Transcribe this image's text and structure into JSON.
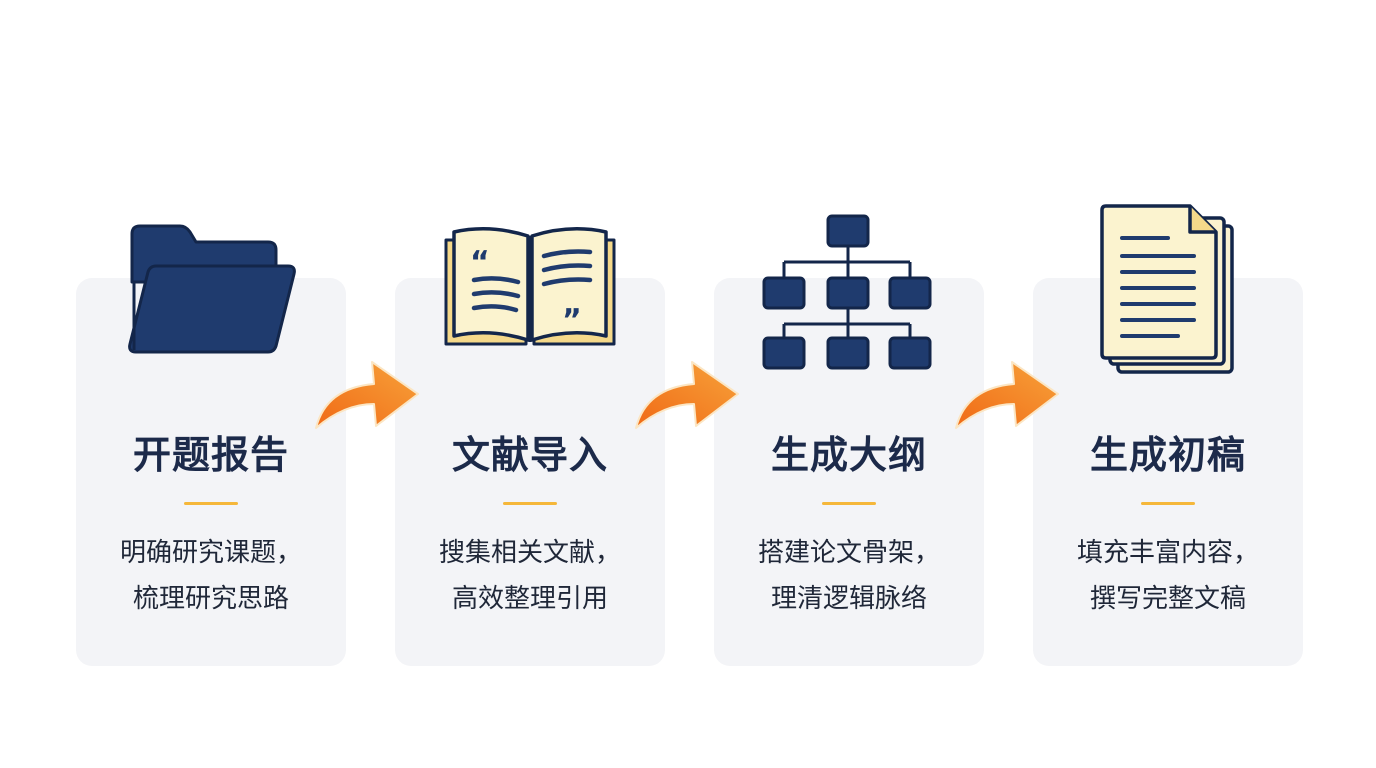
{
  "steps": [
    {
      "title": "开题报告",
      "desc_line1": "明确研究课题，",
      "desc_line2": "梳理研究思路",
      "icon": "folder-icon"
    },
    {
      "title": "文献导入",
      "desc_line1": "搜集相关文献，",
      "desc_line2": "高效整理引用",
      "icon": "open-book-icon"
    },
    {
      "title": "生成大纲",
      "desc_line1": "搭建论文骨架，",
      "desc_line2": "理清逻辑脉络",
      "icon": "hierarchy-tree-icon"
    },
    {
      "title": "生成初稿",
      "desc_line1": "填充丰富内容，",
      "desc_line2": "撰写完整文稿",
      "icon": "stacked-documents-icon"
    }
  ],
  "colors": {
    "navy": "#1f3b6e",
    "card_bg": "#f3f4f7",
    "accent_gold": "#f5b73a",
    "arrow_orange": "#f58a1f",
    "paper_cream": "#fbf3cf"
  }
}
